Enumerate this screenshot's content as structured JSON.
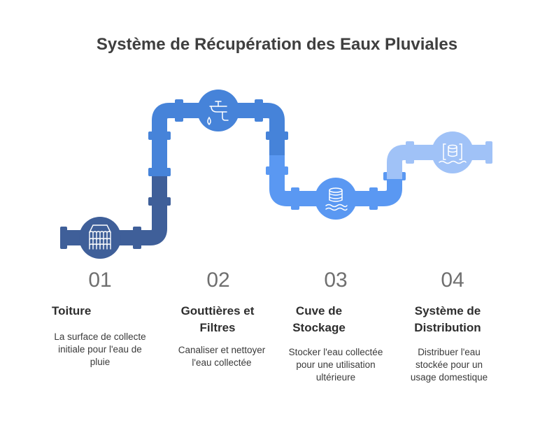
{
  "title": "Système de Récupération des Eaux Pluviales",
  "colors": {
    "stage1": "#3f5f99",
    "stage2": "#4683d9",
    "stage3": "#5a98f2",
    "stage4": "#a0c2f7",
    "text_dark": "#2e2e2e",
    "number_grey": "#6f6f6f"
  },
  "steps": [
    {
      "number": "01",
      "heading": "Toiture",
      "description": "La surface de collecte initiale pour l'eau de pluie",
      "icon": "roof-tiles-icon"
    },
    {
      "number": "02",
      "heading": "Gouttières et Filtres",
      "description": "Canaliser et nettoyer l'eau collectée",
      "icon": "gutter-filter-icon"
    },
    {
      "number": "03",
      "heading": "Cuve de Stockage",
      "description": "Stocker l'eau collectée pour une utilisation ultérieure",
      "icon": "storage-tank-icon"
    },
    {
      "number": "04",
      "heading": "Système de Distribution",
      "description": "Distribuer l'eau stockée pour un usage domestique",
      "icon": "distribution-icon"
    }
  ]
}
